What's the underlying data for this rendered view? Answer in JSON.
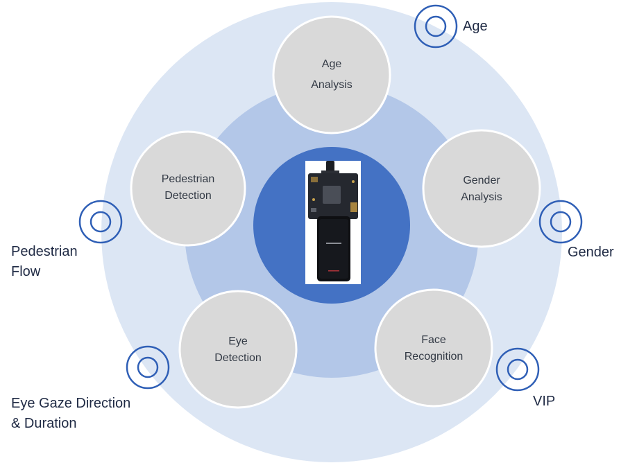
{
  "colors": {
    "outer_ring": "#dce6f4",
    "middle_ring": "#b3c7e8",
    "core": "#4472c4",
    "node_fill": "#d9d9d9",
    "node_stroke": "#ffffff",
    "target_icon": "#2f5fb6",
    "label_text": "#1f2a44"
  },
  "core": {
    "device_image": "board-with-phone"
  },
  "nodes": [
    {
      "id": "age-analysis",
      "line1": "Age",
      "line2": "Analysis"
    },
    {
      "id": "gender-analysis",
      "line1": "Gender",
      "line2": "Analysis"
    },
    {
      "id": "face-recognition",
      "line1": "Face",
      "line2": "Recognition"
    },
    {
      "id": "eye-detection",
      "line1": "Eye",
      "line2": "Detection"
    },
    {
      "id": "pedestrian-detection",
      "line1": "Pedestrian",
      "line2": "Detection"
    }
  ],
  "outputs": [
    {
      "id": "age",
      "line1": "Age",
      "line2": "",
      "icon": "target-icon"
    },
    {
      "id": "gender",
      "line1": "Gender",
      "line2": "",
      "icon": "target-icon"
    },
    {
      "id": "vip",
      "line1": "VIP",
      "line2": "",
      "icon": "target-icon"
    },
    {
      "id": "eye-gaze",
      "line1": "Eye Gaze Direction",
      "line2": "& Duration",
      "icon": "target-icon"
    },
    {
      "id": "pedestrian-flow",
      "line1": "Pedestrian",
      "line2": "Flow",
      "icon": "target-icon"
    }
  ]
}
